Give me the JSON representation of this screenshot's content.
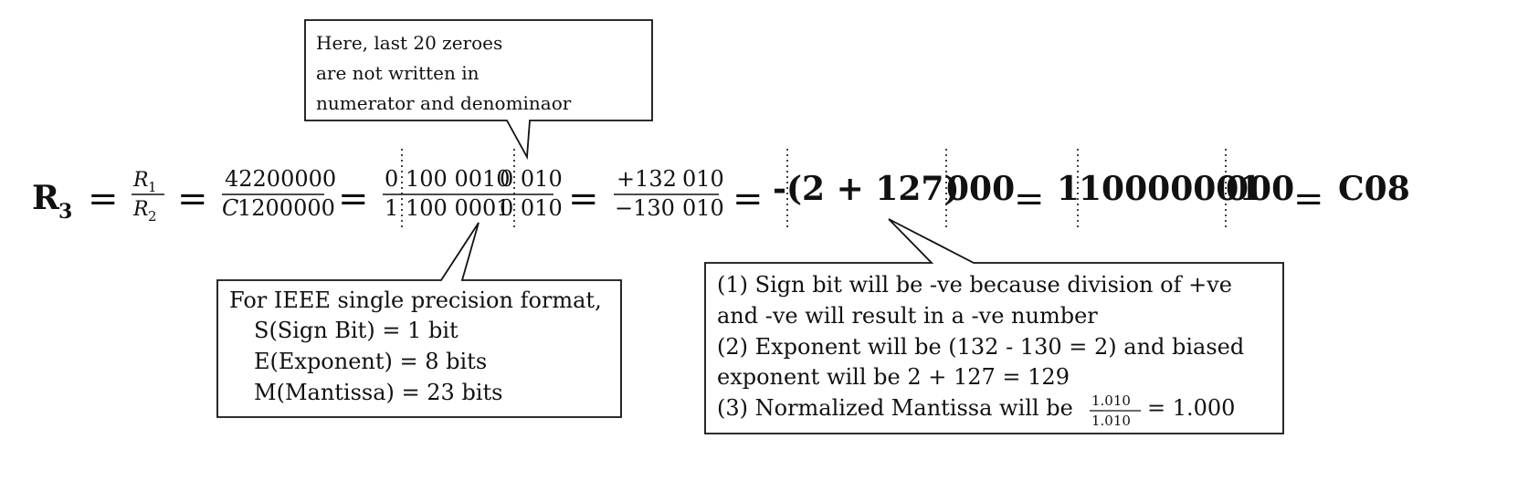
{
  "equation": {
    "lhs_main": "R",
    "lhs_sub": "3",
    "eq": "=",
    "frac1_num_main": "R",
    "frac1_num_sub": "1",
    "frac1_den_main": "R",
    "frac1_den_sub": "2",
    "frac2_num": "42200000",
    "frac2_den_italic": "C",
    "frac2_den_rest": "1200000",
    "frac3_num_sign": "0",
    "frac3_num_exp": "100 0010",
    "frac3_num_man": "0 010",
    "frac3_den_sign": "1",
    "frac3_den_exp": "100 0001",
    "frac3_den_man": "0 010",
    "frac4_num_exp": "+132",
    "frac4_num_man": "010",
    "frac4_den_exp": "−130",
    "frac4_den_man": "010",
    "term5_sign": "-",
    "term5_exp": "(2 + 127)",
    "term5_man": "000",
    "term6_sign": "1",
    "term6_exp": "10000001",
    "term6_man": "000",
    "term7": "C08"
  },
  "callouts": {
    "top": [
      "Here, last 20 zeroes",
      "are not written in",
      "numerator and denominaor"
    ],
    "left": [
      "For IEEE single precision format,",
      "S(Sign Bit) = 1 bit",
      "E(Exponent) = 8 bits",
      "M(Mantissa) = 23 bits"
    ],
    "right": {
      "line1": "(1) Sign bit will be -ve because division of +ve",
      "line2": "and -ve will result in a -ve number",
      "line3": "(2) Exponent will be (132 - 130 = 2) and biased",
      "line4": "exponent will be 2 + 127 = 129",
      "line5_prefix": "(3) Normalized Mantissa will be",
      "line5_frac_num": "1.010",
      "line5_frac_den": "1.010",
      "line5_suffix": "= 1.000"
    }
  }
}
